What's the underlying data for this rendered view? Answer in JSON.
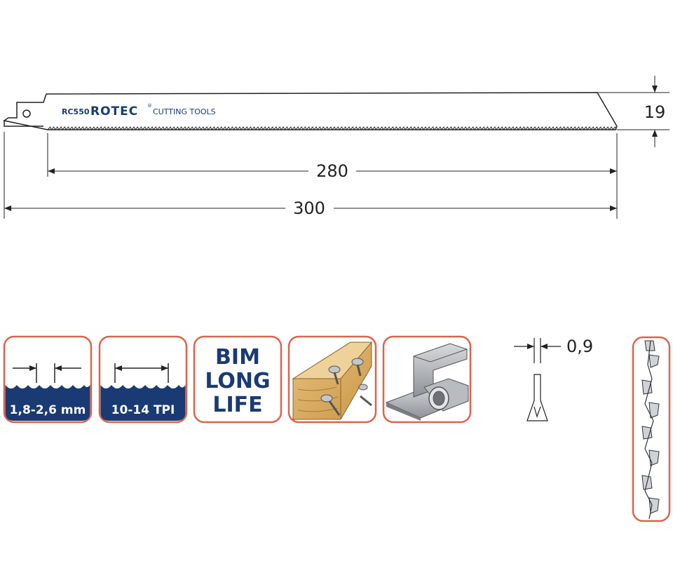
{
  "blade": {
    "model": "RC550",
    "brand": "ROTEC",
    "brand_mark": "®",
    "tagline": "CUTTING TOOLS"
  },
  "dimensions": {
    "height": "19",
    "cutting_length": "280",
    "total_length": "300",
    "thickness": "0,9"
  },
  "icons": {
    "tooth_pitch": "1,8-2,6 mm",
    "tpi": "10-14 TPI",
    "bim_line1": "BIM",
    "bim_line2": "LONG",
    "bim_line3": "LIFE"
  },
  "colors": {
    "frame": "#d9644f",
    "navy": "#1a3a73",
    "line": "#222222"
  }
}
